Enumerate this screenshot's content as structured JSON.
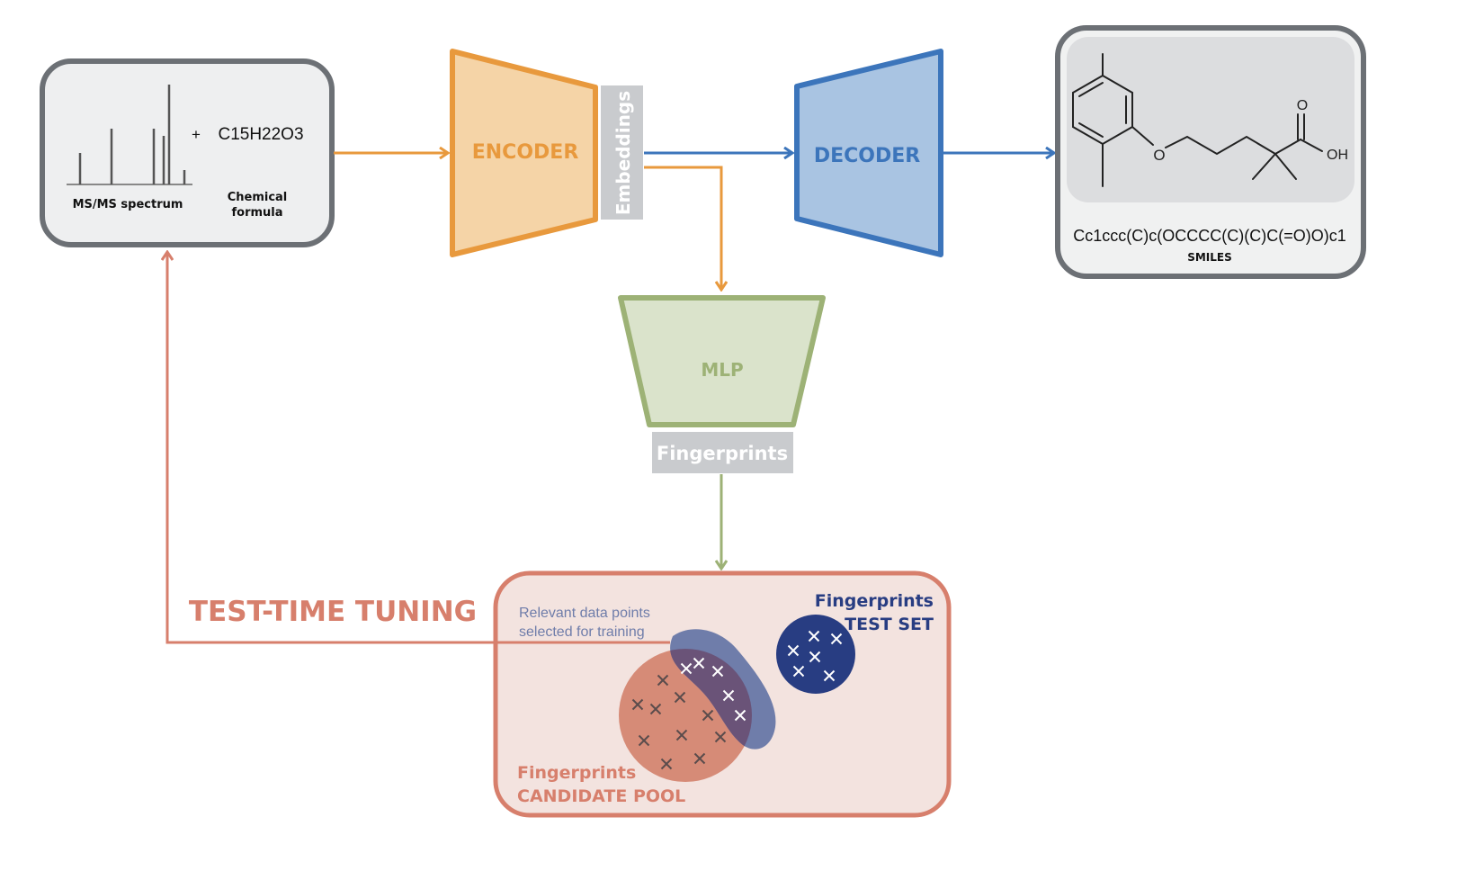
{
  "colors": {
    "encoder_fill": "#f5d4a7",
    "encoder_stroke": "#e8993d",
    "decoder_fill": "#a9c4e2",
    "decoder_stroke": "#3c75bb",
    "mlp_fill": "#dae3cb",
    "mlp_stroke": "#9db276",
    "label_box": "#c9cbce",
    "panel_stroke": "#6c7075",
    "panel_fill": "#eeeff0",
    "tt_stroke": "#d77f6c",
    "tt_fill": "#f3e3df",
    "test_set": "#283d82",
    "selected": "#6f7daa",
    "candidate": "#d68b77"
  },
  "input_panel": {
    "spectrum_label": "MS/MS spectrum",
    "plus": "+",
    "formula": "C15H22O3",
    "formula_label_line1": "Chemical",
    "formula_label_line2": "formula"
  },
  "encoder": {
    "label": "ENCODER"
  },
  "embeddings": {
    "label": "Embeddings"
  },
  "decoder": {
    "label": "DECODER"
  },
  "output_panel": {
    "smiles": "Cc1ccc(C)c(OCCCC(C)(C)C(=O)O)c1",
    "smiles_label": "SMILES",
    "atom_o_ether": "O",
    "atom_o_carbonyl": "O",
    "atom_oh": "OH"
  },
  "mlp": {
    "label": "MLP"
  },
  "fingerprints_box": {
    "label": "Fingerprints"
  },
  "test_time_tuning": {
    "title": "TEST-TIME TUNING",
    "relevant_line1": "Relevant data points",
    "relevant_line2": "selected for training",
    "test_set_line1": "Fingerprints",
    "test_set_line2": "TEST SET",
    "pool_line1": "Fingerprints",
    "pool_line2": "CANDIDATE POOL"
  }
}
